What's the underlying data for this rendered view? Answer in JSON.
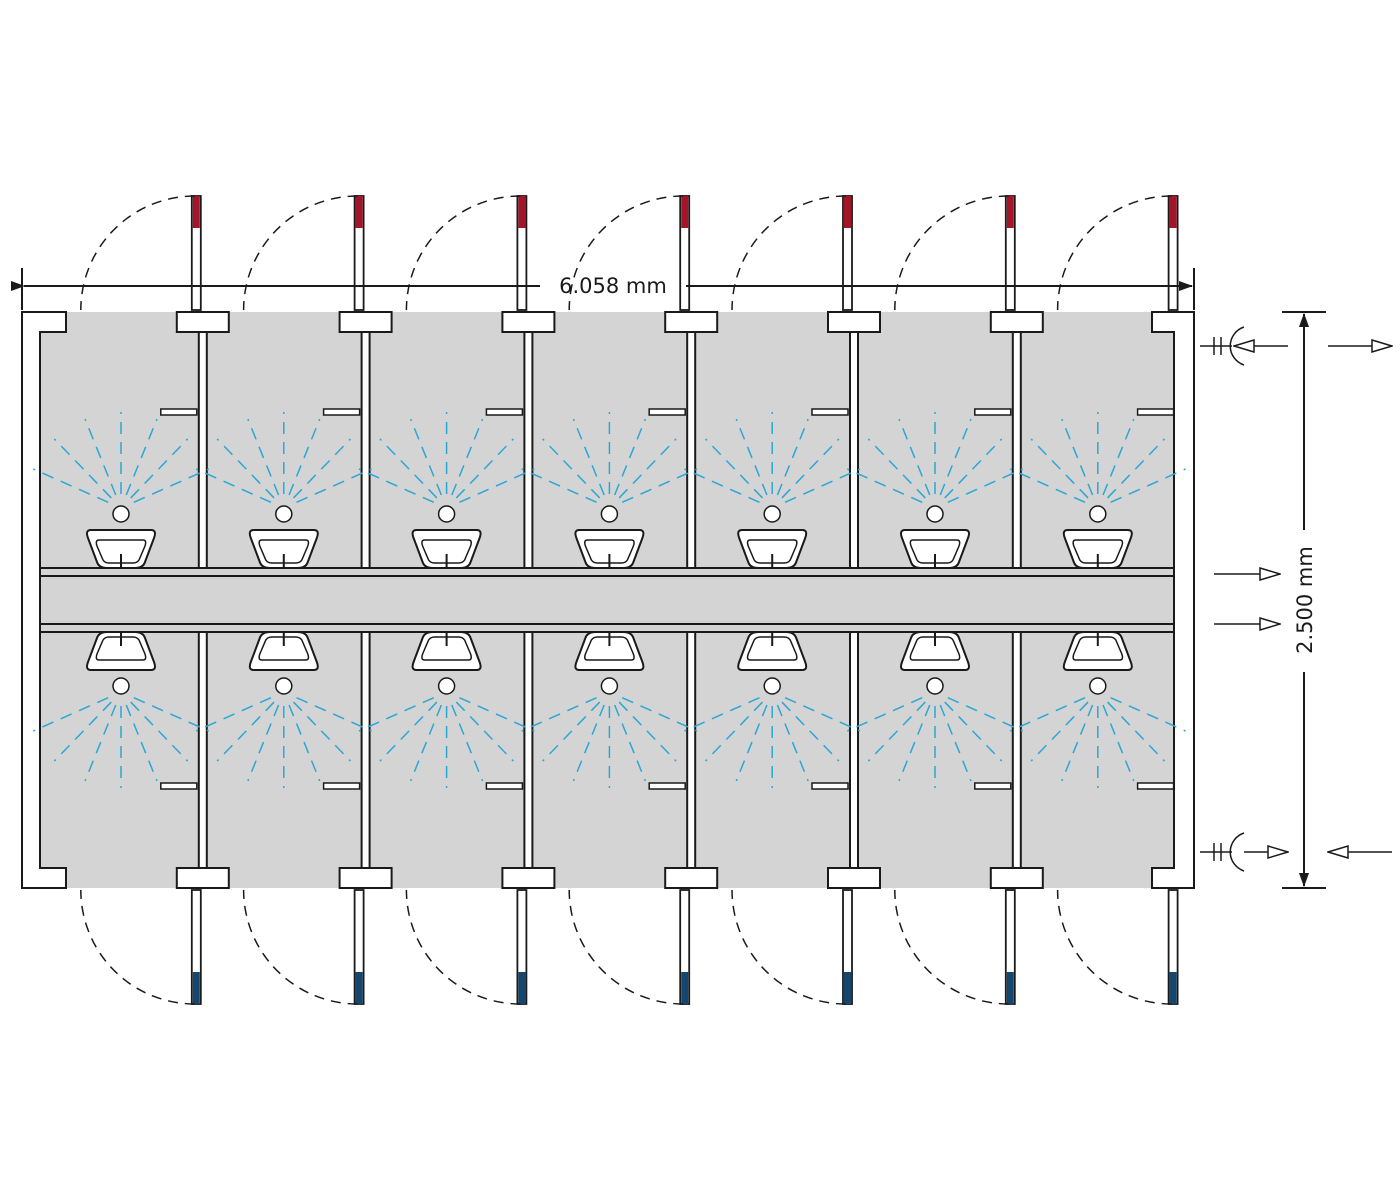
{
  "dimensions": {
    "width_label": "6.058 mm",
    "height_label": "2.500 mm"
  },
  "layout": {
    "cabins_per_row": 7,
    "rows": 2
  },
  "colors": {
    "floor": "#d4d4d4",
    "wall": "#ffffff",
    "line": "#1a1a1a",
    "door_tip_top": "#a3162a",
    "door_tip_bottom": "#14466e",
    "spray": "#2aa7d6"
  },
  "icons": {
    "sink": "sink-icon",
    "spray": "shower-spray-icon",
    "supply": "water-supply-icon",
    "flow": "flow-arrow-icon"
  }
}
